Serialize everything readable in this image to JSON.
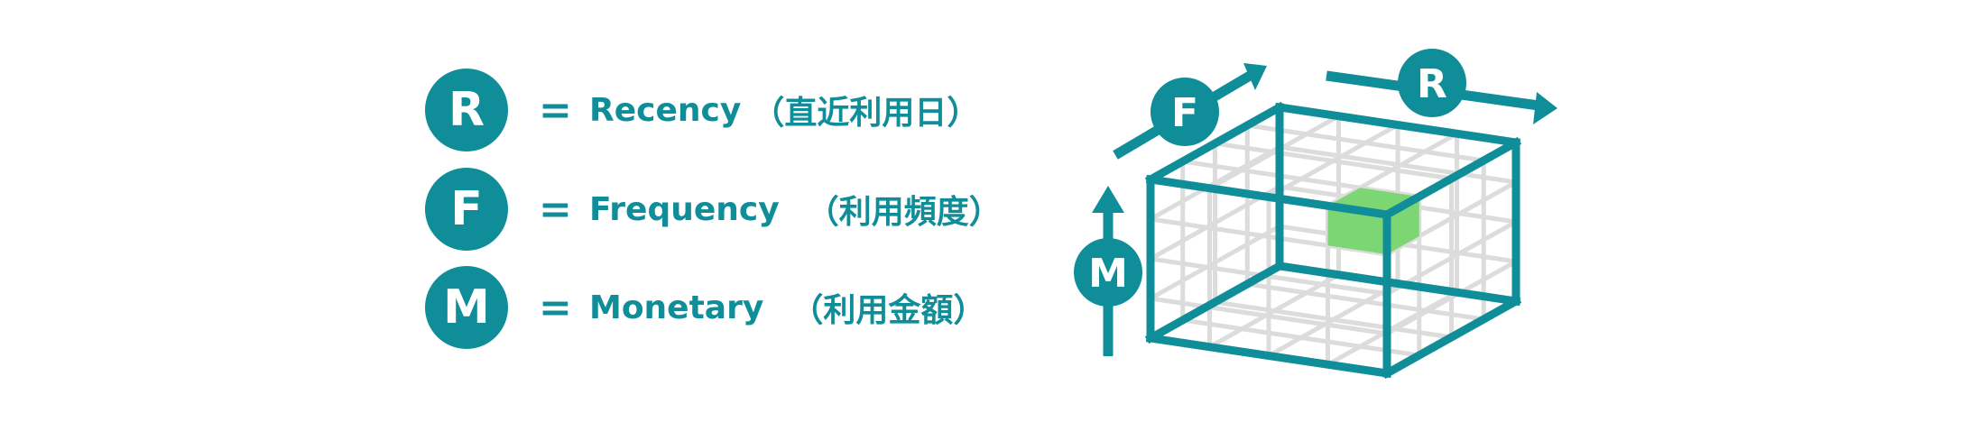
{
  "legend": [
    {
      "letter": "R",
      "term": "Recency",
      "meaning": "（直近利用日）"
    },
    {
      "letter": "F",
      "term": "Frequency",
      "meaning": "（利用頻度）"
    },
    {
      "letter": "M",
      "term": "Monetary",
      "meaning": "（利用金額）"
    }
  ],
  "equals": "=",
  "cube": {
    "axis_labels": {
      "recency": "R",
      "frequency": "F",
      "monetary": "M"
    },
    "divisions": 4,
    "highlight_cell": {
      "r": 4,
      "f": 1,
      "m": 4
    }
  },
  "colors": {
    "teal": "#0f8e99",
    "green": "#7bd673",
    "grid": "#dcdcdc"
  }
}
